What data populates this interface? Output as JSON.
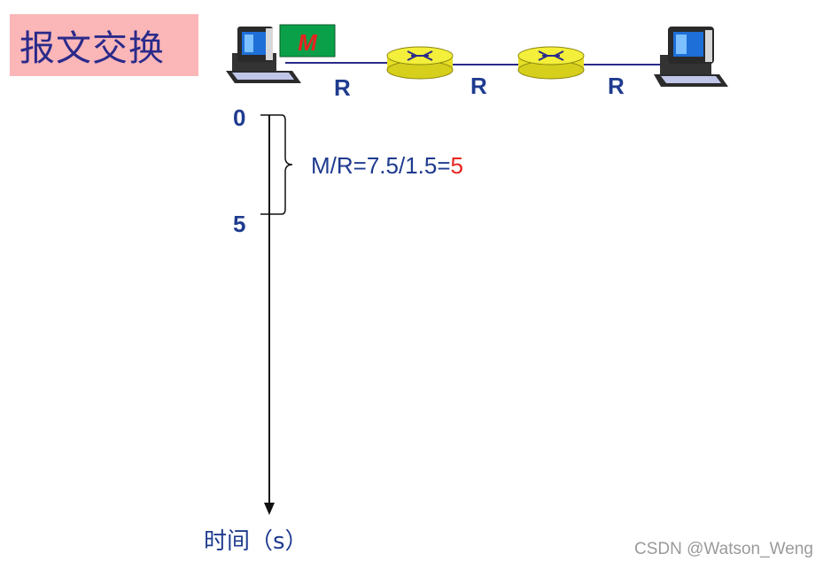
{
  "title": "报文交换",
  "packet_label": "M",
  "link_labels": [
    "R",
    "R",
    "R"
  ],
  "time_axis": {
    "ticks": [
      "0",
      "5"
    ],
    "label": "时间（s）"
  },
  "brace_annotation": {
    "formula": "M/R=7.5/1.5=",
    "result": "5"
  },
  "watermark": "CSDN @Watson_Weng",
  "colors": {
    "text_blue": "#1f3b8f",
    "result_red": "#e8231e",
    "title_bg": "#fbb6b8",
    "router_yellow": "#f3ef3a",
    "packet_green": "#0aa04a"
  }
}
